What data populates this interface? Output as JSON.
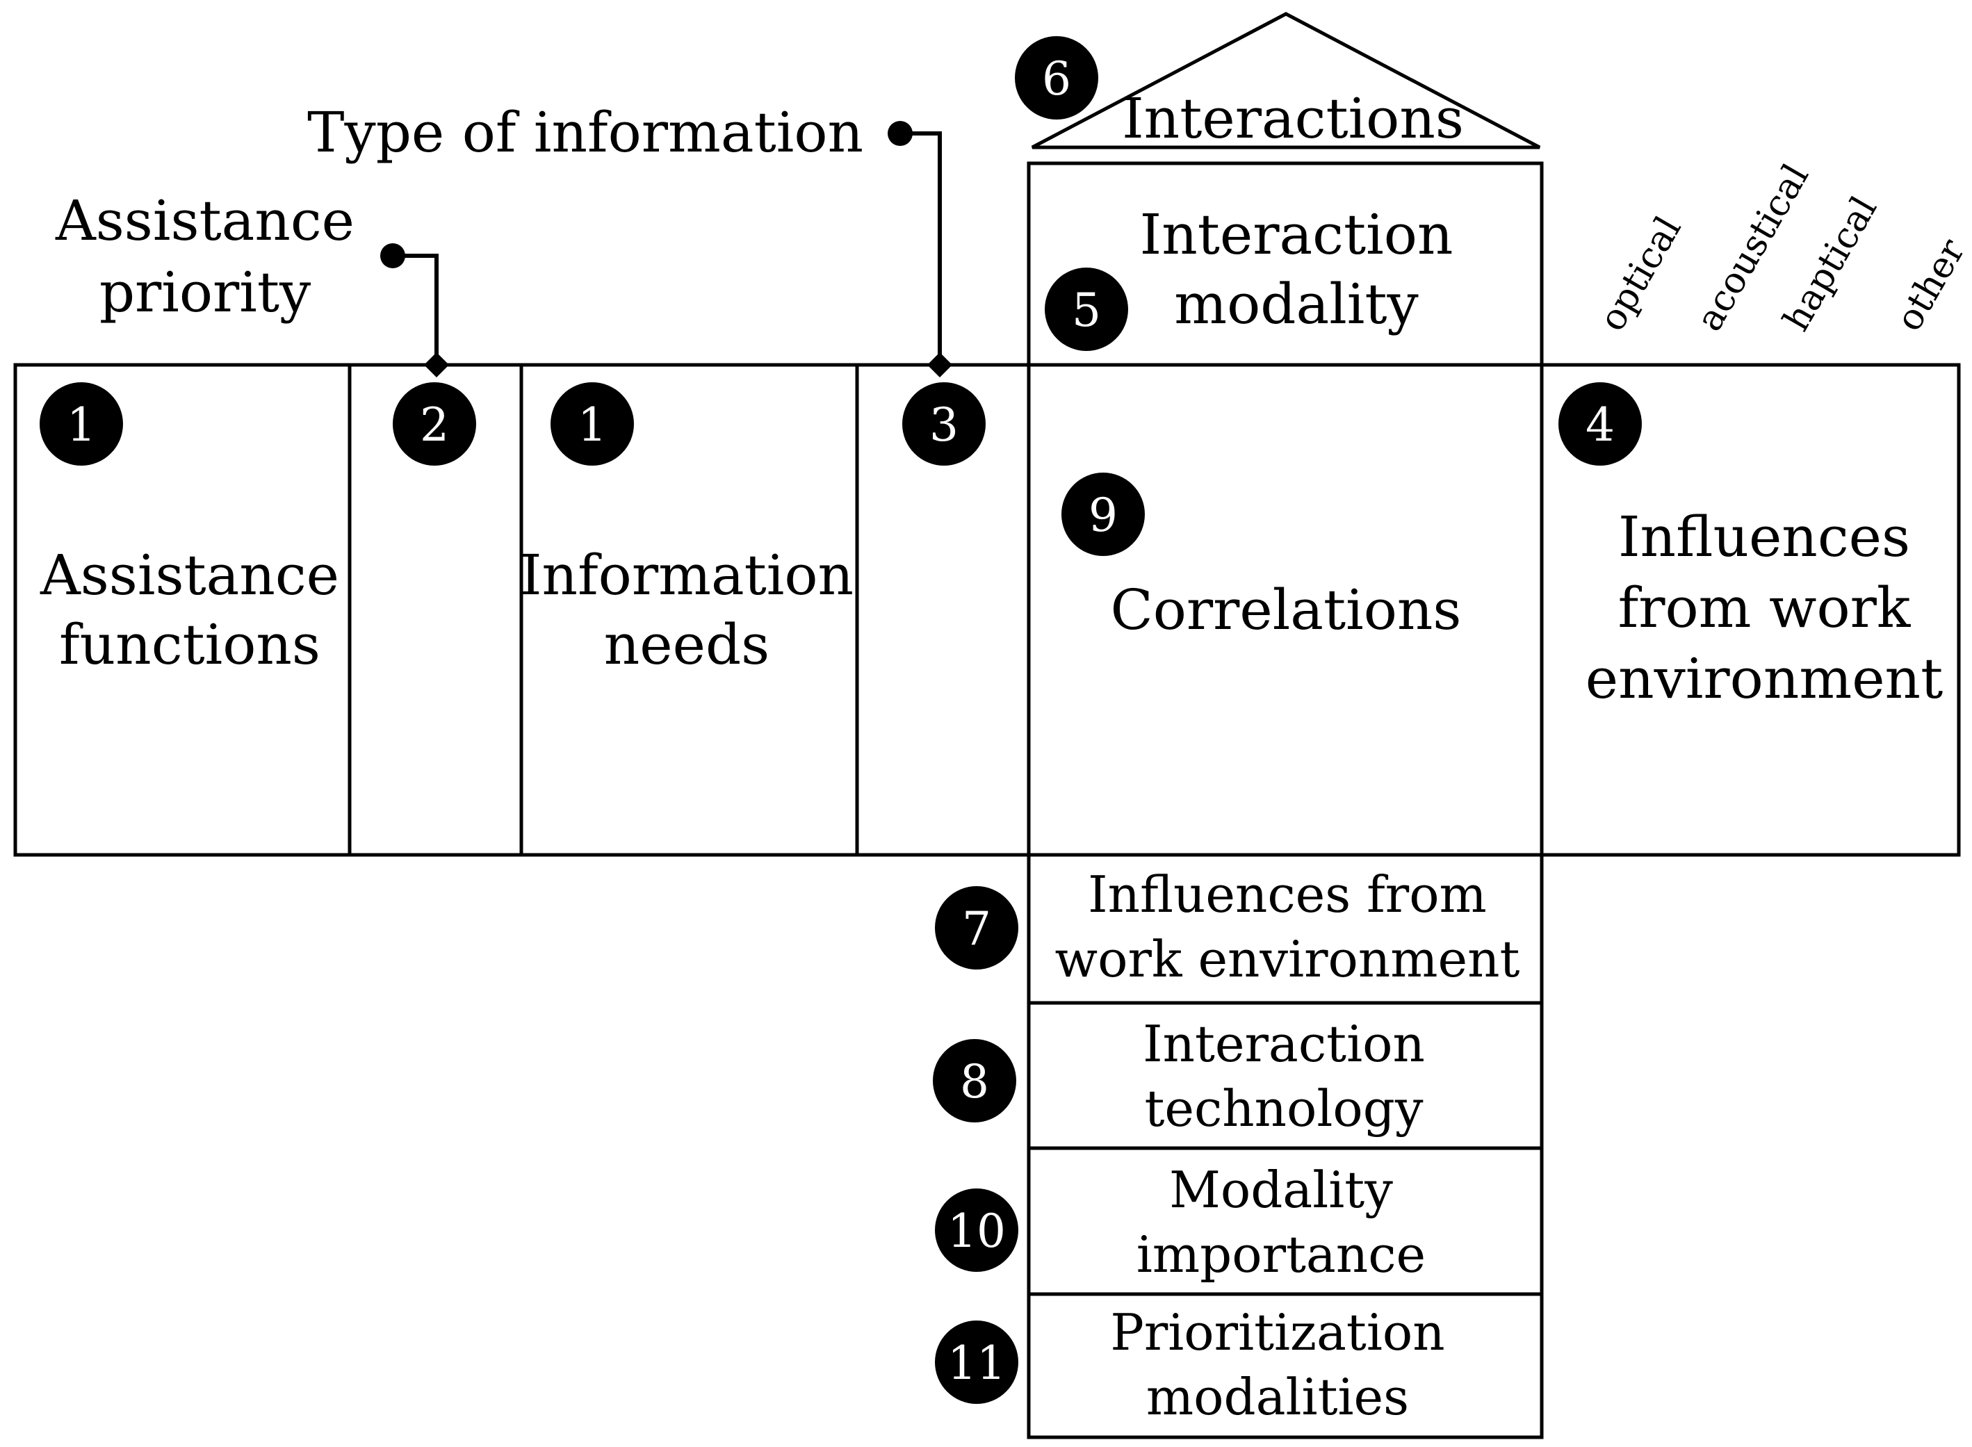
{
  "callouts": {
    "type_of_information": "Type of information",
    "assistance_priority_line1": "Assistance",
    "assistance_priority_line2": "priority"
  },
  "roof": {
    "label": "Interactions",
    "number": "6"
  },
  "interaction_modality": {
    "line1": "Interaction",
    "line2": "modality",
    "number": "5"
  },
  "modalities": [
    "optical",
    "acoustical",
    "haptical",
    "other"
  ],
  "main_row": {
    "assistance_functions": {
      "line1": "Assistance",
      "line2": "functions",
      "number": "1"
    },
    "priority_column": {
      "number": "2"
    },
    "information_needs": {
      "line1": "Information",
      "line2": "needs",
      "number": "1"
    },
    "type_column": {
      "number": "3"
    },
    "correlations": {
      "label": "Correlations",
      "number": "9"
    },
    "influences": {
      "line1": "Influences",
      "line2": "from work",
      "line3": "environment",
      "number": "4"
    }
  },
  "lower_boxes": [
    {
      "line1": "Influences from",
      "line2": "work environment",
      "number": "7"
    },
    {
      "line1": "Interaction",
      "line2": "technology",
      "number": "8"
    },
    {
      "line1": "Modality",
      "line2": "importance",
      "number": "10"
    },
    {
      "line1": "Prioritization",
      "line2": "modalities",
      "number": "11"
    }
  ]
}
